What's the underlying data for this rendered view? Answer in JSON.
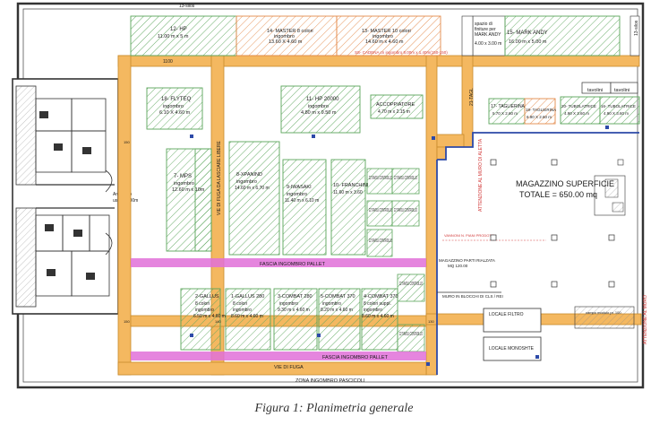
{
  "caption": "Figura 1: Planimetria generale",
  "colors": {
    "wall": "#333333",
    "corridor": "#f4b860",
    "corridor_stroke": "#c98a2c",
    "hatch_green": "#5aa55a",
    "hatch_orange": "#e48a4a",
    "magenta_band": "#e070d8",
    "blue_wall": "#2d4aa8",
    "red_text": "#d23a3a",
    "label_dark": "#1a1a1a"
  },
  "labels": {
    "silos_top": "13-silos",
    "hp12": "12- HP",
    "hp12_dim": "11.00 m x 5 m",
    "master14": "14- MASTER 8 colori",
    "master14_sub": "ingombro",
    "master14_dim": "13.60 X 4.60 m",
    "master13": "13- MASTER 10 colori",
    "master13_sub": "ingombro",
    "master13_dim": "14.60 m x 4.60 m",
    "spazio": "spazio di",
    "spazio2": "finiture per",
    "spazio3": "MARK ANDY",
    "markandy": "15- MARK ANDY",
    "markandy_dim": "16.00 m x 5.00 m",
    "markandy_space_dim": "4.00 x 3.00 m",
    "silos_right": "13-silos",
    "flyteq": "18- FLYTEQ",
    "flyteq_sub": "ingombro",
    "flyteq_dim": "6.10 X 4.60 m",
    "hp20000": "11- HP 20000",
    "hp20000_sub": "ingombro",
    "hp20000_dim": "4.80 m x 9.50 m",
    "accoppiatore": "ACCOPPIATORE",
    "accoppiatore_dim": "4.70 m x 2.15 m",
    "tagliera": "21-TAGL",
    "taglierina17": "17- TAGLIERINA",
    "taglierina17_dim": "5.70 X 2.60 m",
    "taglierina19": "19- TAGLIERINA",
    "taglierina19_dim": "6.90 X 2.60 m",
    "tubolatrice20": "20- TUBOLATRICE",
    "tubolatrice20_dim": "4.90 X 3.60 m",
    "tubolatrice16": "16- TUBOLATRICE",
    "tubolatrice16_dim": "4.90 X 3.60 m",
    "tavolini1": "tavolini",
    "tavolini2": "tavolini",
    "mps": "7- MPS",
    "mps_sub": "ingombro",
    "mps_dim": "12.60 m x 10m",
    "vie_fuga_vert": "VIE DI FUGA DA LASCIARE LIBERE",
    "xpanind": "8-XPANIND",
    "xpanind_sub": "ingombro",
    "xpanind_dim": "14.60 m x 6.70 m",
    "iwasaki": "9-IWASAKI",
    "iwasaki_sub": "ingombro",
    "iwasaki_dim": "11.40 m x 6.10 m",
    "franchini": "10- FRANCHINI",
    "franchini_dim": "11.60 m x 3.60",
    "tavoli": "22 TAVOLI CONTROLLO",
    "magazzino_title": "MAGAZZINO SUPERFICIE",
    "magazzino_total": "TOTALE = 650.00 mq",
    "fascia_pallet_top": "FASCIA INGOMBRO PALLET",
    "fascia_pallet_bottom": "FASCIA INGOMBRO PALLET",
    "vie_fuga": "VIE DI FUGA",
    "zona_pascicoli": "ZONA INGOMBRO PASCICOLI",
    "gallus2": "2-GALLUS",
    "gallus2_a": "8 colori",
    "gallus2_b": "ingombro",
    "gallus2_dim": "6.50 m x 4.60 m",
    "gallus1": "1-GALLUS 280",
    "gallus1_a": "8 colori",
    "gallus1_b": "ingombro",
    "gallus1_dim": "8.60 m x 4.60 m",
    "combat3": "3-COMBAT 280",
    "combat3_a": "ingombro",
    "combat3_dim": "9.30 m x 4.60 m",
    "combat5": "5-COMBAT 370",
    "combat5_a": "ingombro",
    "combat5_dim": "8.20 m x 4.60 m",
    "combat4": "4-COMBAT 370",
    "combat4_a": "8 colori suppl.",
    "combat4_b": "ingombro",
    "combat4_dim": "8.60 m x 4.60 m",
    "magazzino_parti": "MAGAZZINO PARTI RIALZATA",
    "magazzino_parti_dim": "MQ 120.00",
    "locale_filtro": "LOCALE FILTRO",
    "locale_monoshte": "LOCALE MONOSHTE",
    "attenzione": "ATTENZIONE AL MURO DI ALETTA",
    "attenzione_right": "ATTENZIONE AL MURO",
    "arriva_uscita": "Architetto",
    "arriva_uscita2": "uscita 8.00m",
    "dim_1100": "1100",
    "dim_150": "150",
    "dim_140": "140",
    "dim_130": "130",
    "cadena_label": "SS- CADENA cn ingombro 8.00m x 1.40m(150-150)",
    "vannoni_label": "VANNONI N. PIANI PRODOTTI",
    "mimi_label": "MURO IN BLOCCHI DI CLS / REI",
    "camp_label": "campo modulo pr. 100"
  }
}
